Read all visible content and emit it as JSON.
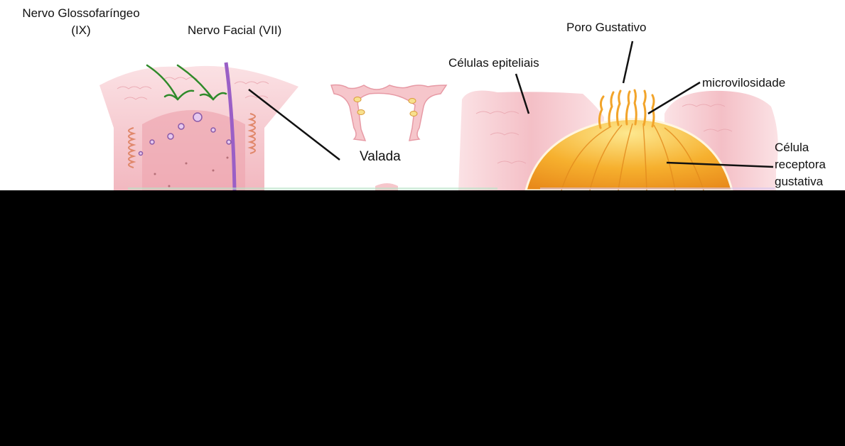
{
  "labels": {
    "glossopharyngeal_line1": "Nervo Glossofaríngeo",
    "glossopharyngeal_line2": "(IX)",
    "facial_nerve": "Nervo Facial (VII)",
    "valada": "Valada",
    "taste_pore": "Poro Gustativo",
    "epithelial_cells": "Células epiteliais",
    "microvilli": "microvilosidade",
    "receptor_line1": "Célula",
    "receptor_line2": "receptora",
    "receptor_line3": "gustativa"
  },
  "colors": {
    "tissue_pink": "#f6c6cb",
    "tissue_dark": "#e79aa5",
    "nerve_green": "#2f8a2a",
    "nerve_purple": "#9a5fc6",
    "taste_bud_orange": "#f5a623",
    "taste_bud_light": "#fde08a",
    "background": "#000000"
  }
}
